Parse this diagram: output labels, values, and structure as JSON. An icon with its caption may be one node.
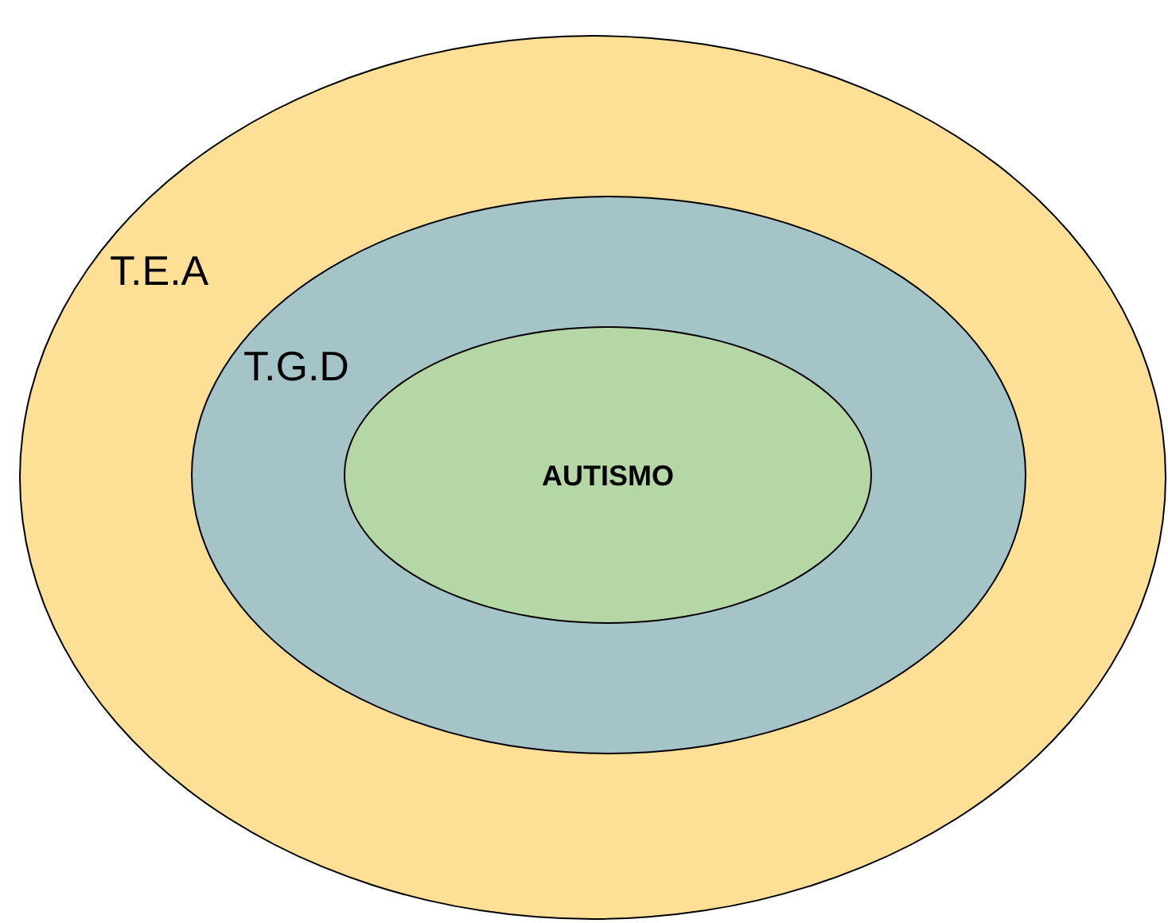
{
  "diagram": {
    "nodes": [
      {
        "text": [
          "T.E.A"
        ]
      },
      {
        "text": [
          "T.G.D"
        ],
        "in": 0
      },
      {
        "text": [
          "AUTISMO"
        ],
        "in": 1
      }
    ]
  }
}
